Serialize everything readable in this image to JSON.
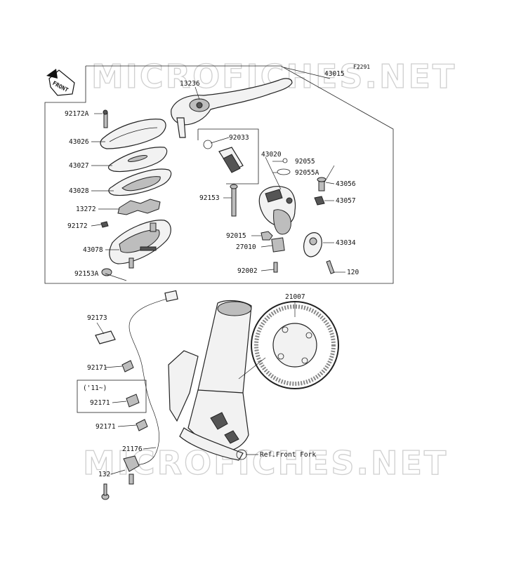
{
  "diagram_code": "F2291",
  "watermark_text": "MICROFICHES.NET",
  "front_marker": "FRONT",
  "callout_labels": {
    "p43015": "43015",
    "p13236": "13236",
    "p92172A": "92172A",
    "p43026": "43026",
    "p43027": "43027",
    "p43028": "43028",
    "p13272": "13272",
    "p92172": "92172",
    "p43078": "43078",
    "p92153A": "92153A",
    "p92033": "92033",
    "p43020": "43020",
    "p92055": "92055",
    "p92055A": "92055A",
    "p43056": "43056",
    "p43057": "43057",
    "p92153": "92153",
    "p92015": "92015",
    "p27010": "27010",
    "p43034": "43034",
    "p92002": "92002",
    "p120": "120",
    "p21007": "21007",
    "p92173": "92173",
    "p92171_a": "92171",
    "p92171_b": "92171",
    "p92171_c": "92171",
    "p21176": "21176",
    "p132": "132",
    "year_note": "('11~)",
    "ref_front_fork": "Ref.Front Fork"
  }
}
